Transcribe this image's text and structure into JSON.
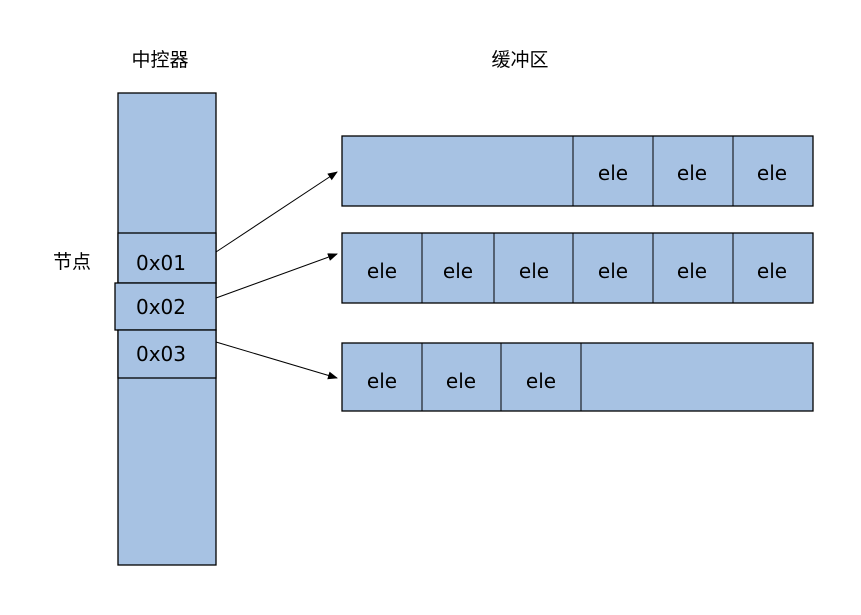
{
  "labels": {
    "controller": "中控器",
    "buffer": "缓冲区",
    "node": "节点"
  },
  "nodes": [
    "0x01",
    "0x02",
    "0x03"
  ],
  "buffers": [
    {
      "ele": [
        "ele",
        "ele",
        "ele"
      ]
    },
    {
      "ele": [
        "ele",
        "ele",
        "ele",
        "ele",
        "ele",
        "ele"
      ]
    },
    {
      "ele": [
        "ele",
        "ele",
        "ele"
      ]
    }
  ],
  "colors": {
    "fill": "#a7c2e3",
    "stroke": "#000000"
  }
}
